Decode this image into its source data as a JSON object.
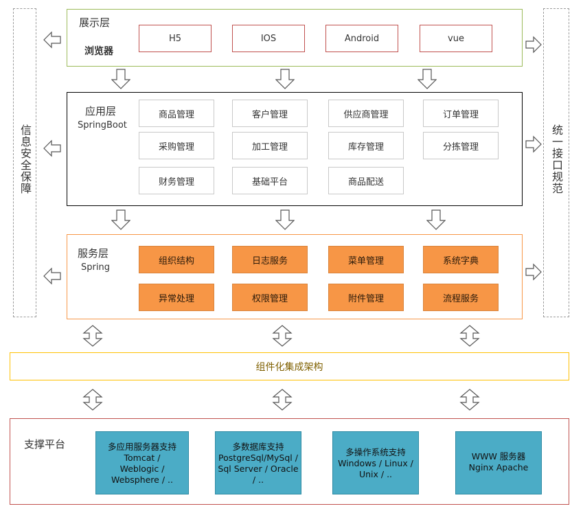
{
  "left_sidebar": {
    "label": "信息安全保障"
  },
  "right_sidebar": {
    "label": "统一接口规范"
  },
  "presentation_layer": {
    "title": "展示层",
    "subtitle": "浏览器",
    "items": [
      "H5",
      "IOS",
      "Android",
      "vue"
    ]
  },
  "application_layer": {
    "title": "应用层",
    "subtitle": "SpringBoot",
    "items": [
      "商品管理",
      "客户管理",
      "供应商管理",
      "订单管理",
      "采购管理",
      "加工管理",
      "库存管理",
      "分拣管理",
      "财务管理",
      "基础平台",
      "商品配送"
    ]
  },
  "service_layer": {
    "title": "服务层",
    "subtitle": "Spring",
    "items": [
      "组织结构",
      "日志服务",
      "菜单管理",
      "系统字典",
      "异常处理",
      "权限管理",
      "附件管理",
      "流程服务"
    ]
  },
  "integration_bar": {
    "label": "组件化集成架构"
  },
  "support_platform": {
    "title": "支撑平台",
    "items": [
      {
        "title": "多应用服务器支持",
        "line1": "Tomcat /",
        "line2": "Weblogic /",
        "line3": "Websphere / .."
      },
      {
        "title": "多数据库支持",
        "line1": "PostgreSql/MySql /",
        "line2": "Sql Server / Oracle",
        "line3": "/ .."
      },
      {
        "title": "多操作系统支持",
        "line1": "Windows / Linux /",
        "line2": "Unix / ..",
        "line3": ""
      },
      {
        "title": "WWW 服务器",
        "line1": "Nginx Apache",
        "line2": "",
        "line3": ""
      }
    ]
  },
  "colors": {
    "presentation_border": "#9bbb59",
    "application_border": "#000000",
    "service_border": "#f79646",
    "service_box": "#f79646",
    "integration_border": "#ffc000",
    "support_border": "#c0504d",
    "support_box": "#4bacc6"
  }
}
